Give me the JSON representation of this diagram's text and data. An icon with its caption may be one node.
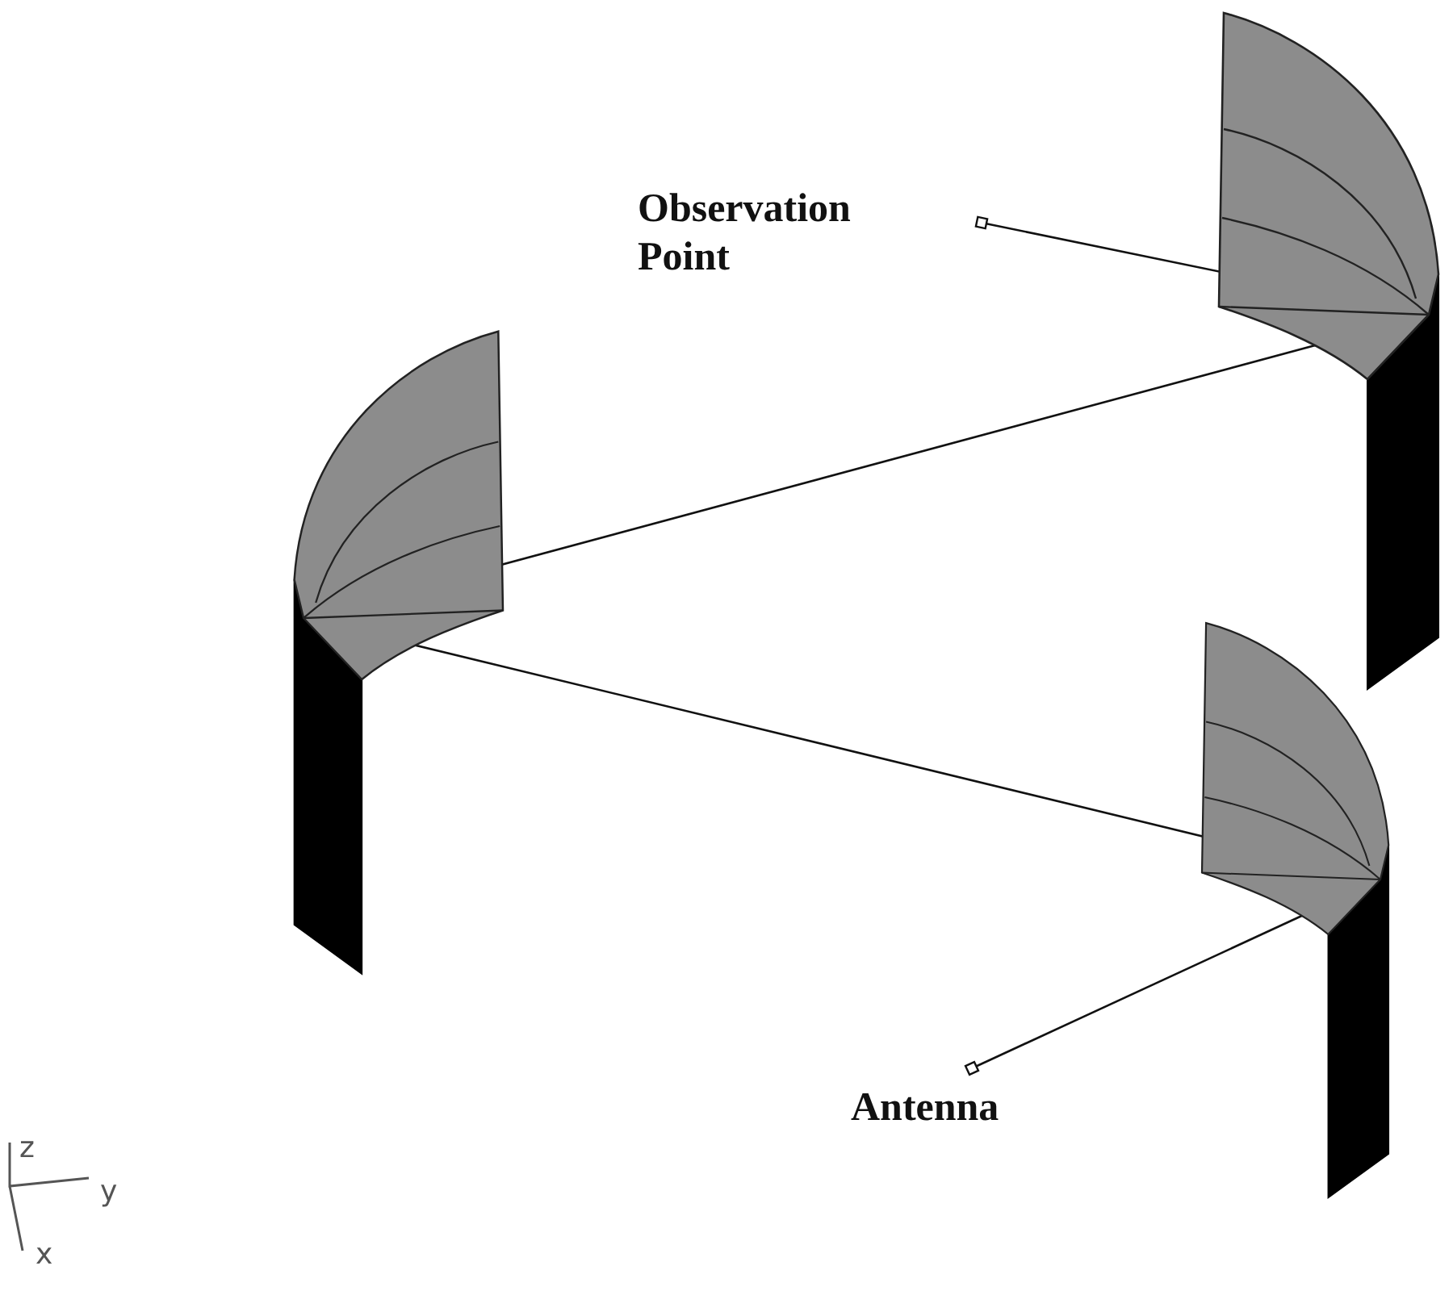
{
  "diagram": {
    "nodes": [
      {
        "text": [],
        "shape": "picture"
      },
      {
        "text": [
          "Observation Point"
        ]
      },
      {
        "text": [],
        "shape": "picture"
      },
      {
        "text": [
          "Antenna"
        ]
      },
      {
        "text": [],
        "shape": "picture"
      }
    ],
    "edges": [
      {
        "from": 0,
        "to": 2,
        "arrow": "none"
      },
      {
        "from": 0,
        "to": 4,
        "arrow": "none"
      },
      {
        "from": 1,
        "to": 2,
        "arrow": "other"
      },
      {
        "from": 3,
        "to": 4,
        "arrow": "other"
      }
    ],
    "labels": [
      "z",
      "y",
      "x"
    ]
  }
}
